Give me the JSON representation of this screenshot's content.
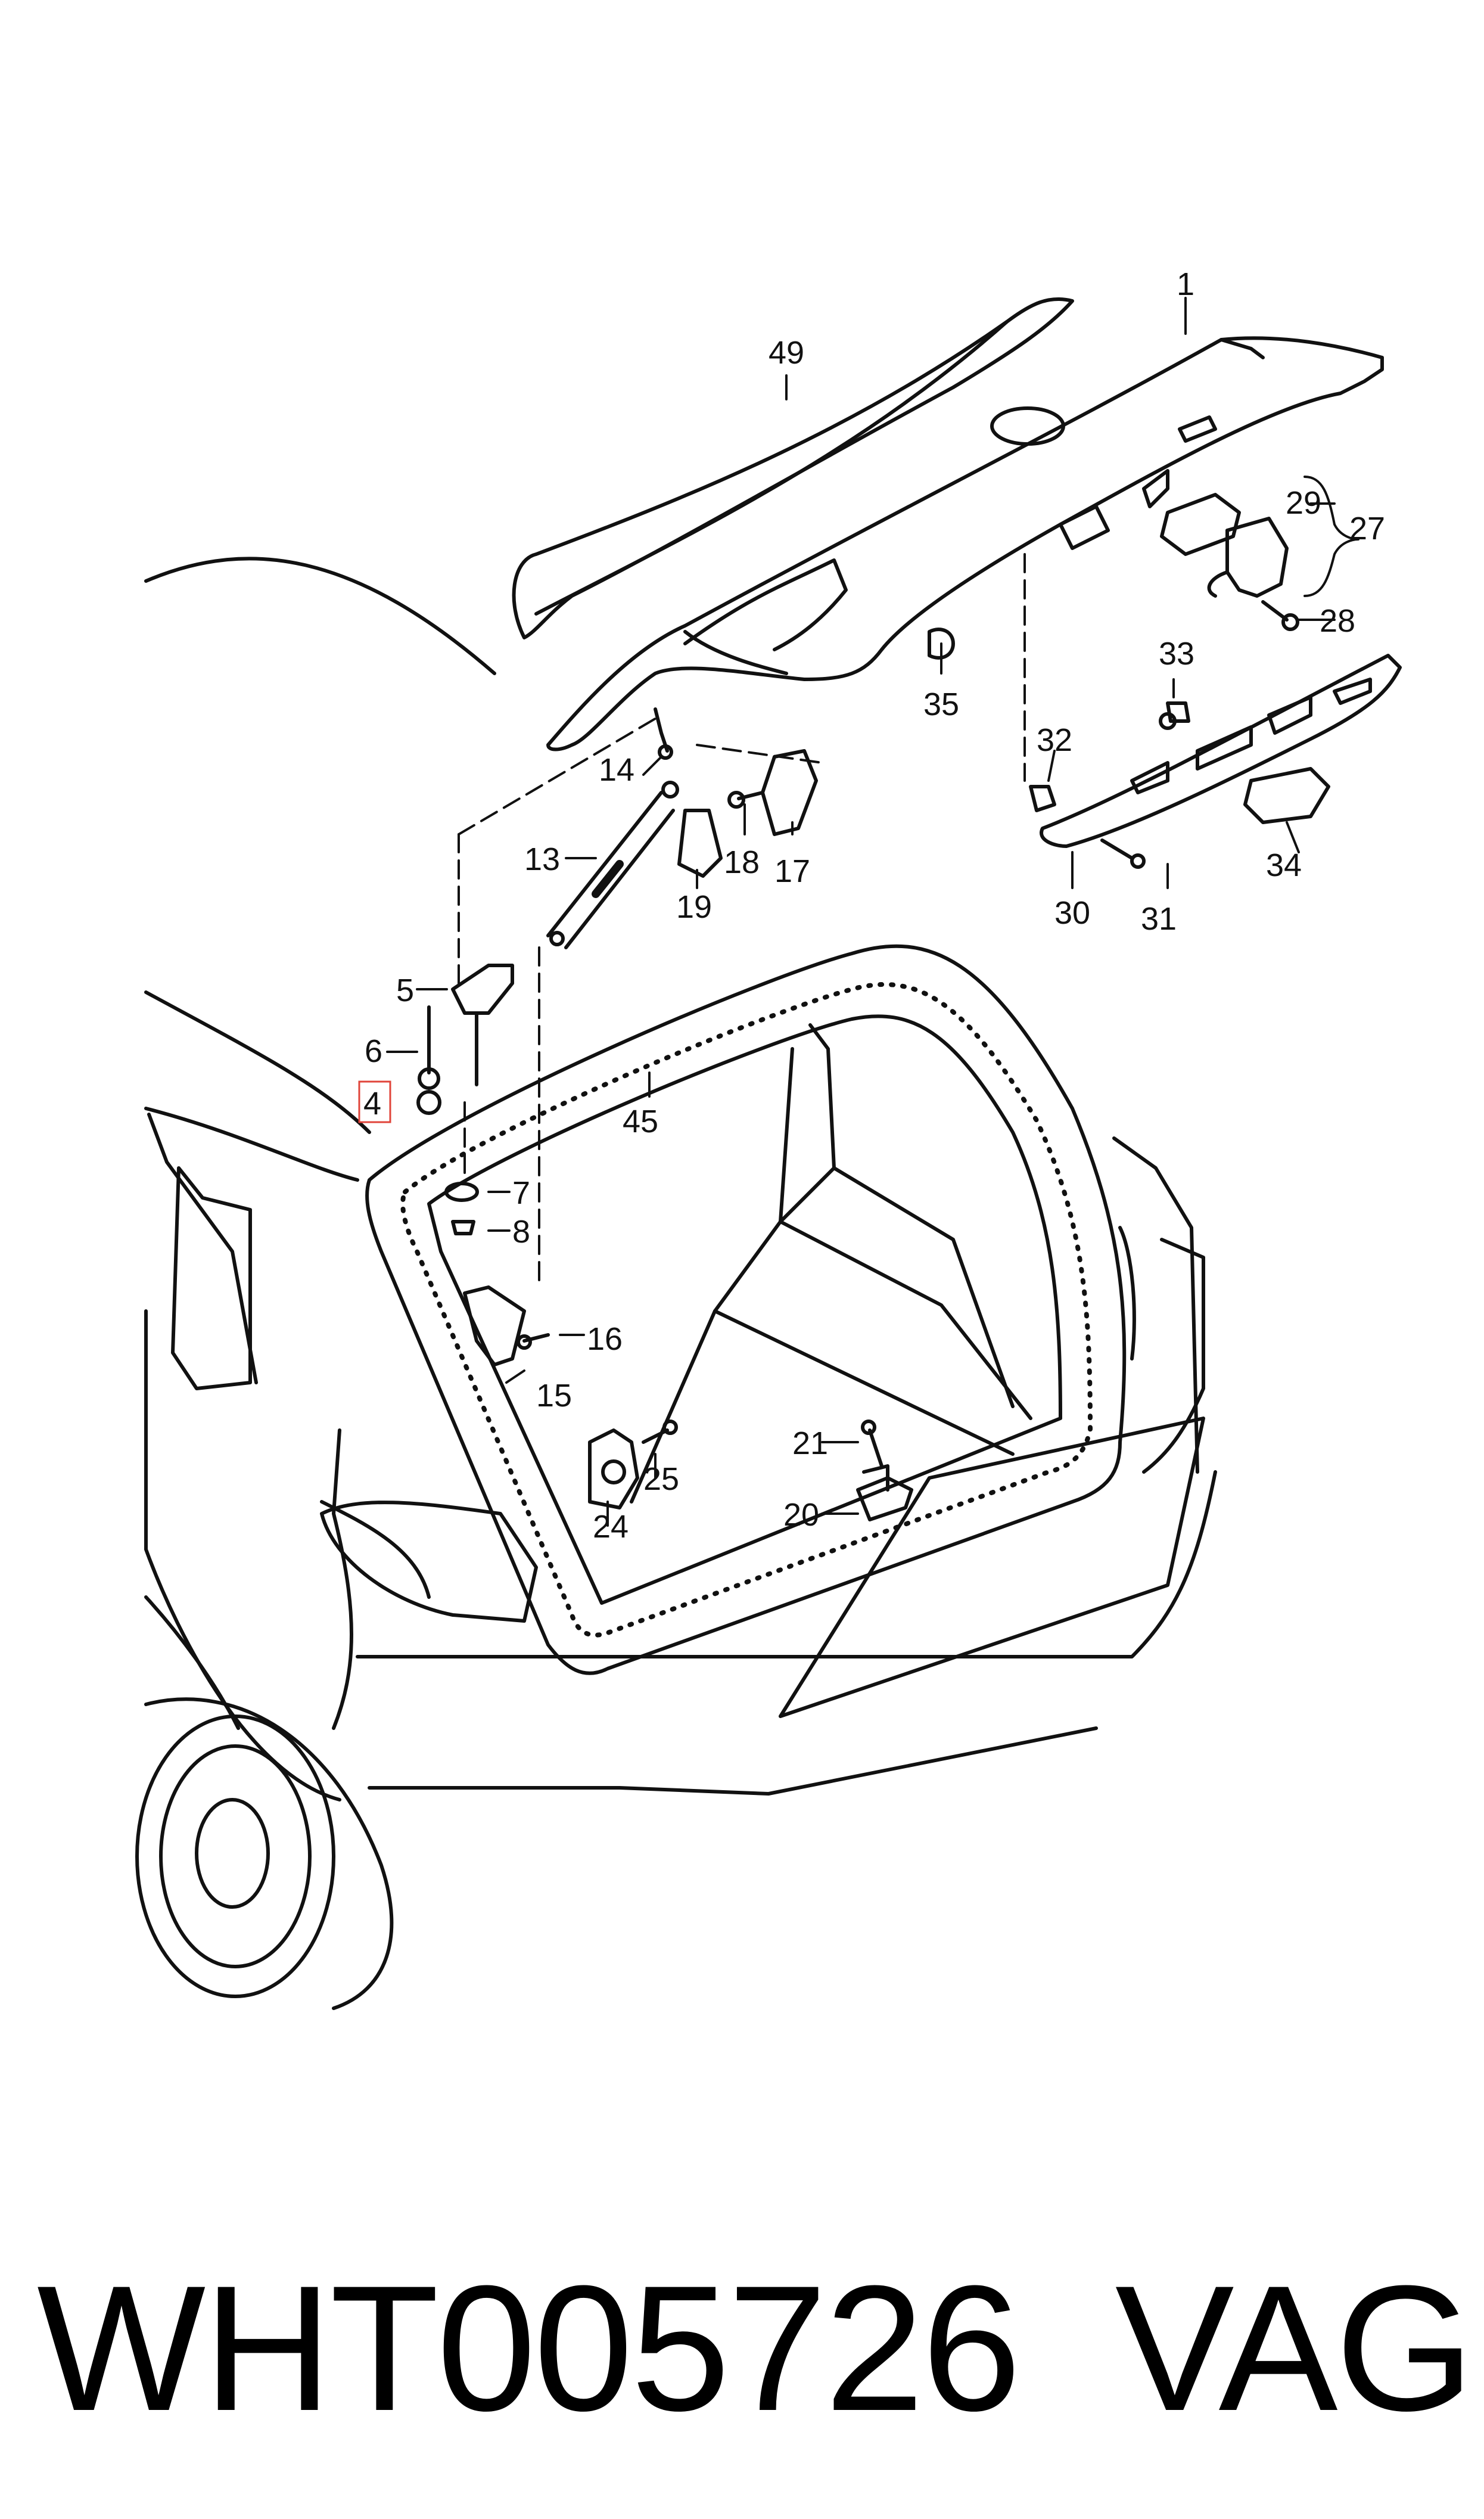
{
  "diagram": {
    "callouts": [
      {
        "id": "1",
        "text": "1"
      },
      {
        "id": "49",
        "text": "49"
      },
      {
        "id": "29",
        "text": "29"
      },
      {
        "id": "27",
        "text": "27"
      },
      {
        "id": "28",
        "text": "28"
      },
      {
        "id": "33",
        "text": "33"
      },
      {
        "id": "35",
        "text": "35"
      },
      {
        "id": "32",
        "text": "32"
      },
      {
        "id": "14",
        "text": "14"
      },
      {
        "id": "13",
        "text": "13"
      },
      {
        "id": "18",
        "text": "18"
      },
      {
        "id": "17",
        "text": "17"
      },
      {
        "id": "19",
        "text": "19"
      },
      {
        "id": "30",
        "text": "30"
      },
      {
        "id": "31",
        "text": "31"
      },
      {
        "id": "34",
        "text": "34"
      },
      {
        "id": "5",
        "text": "5"
      },
      {
        "id": "6",
        "text": "6"
      },
      {
        "id": "4",
        "text": "4",
        "highlighted": true
      },
      {
        "id": "45",
        "text": "45"
      },
      {
        "id": "7",
        "text": "7"
      },
      {
        "id": "8",
        "text": "8"
      },
      {
        "id": "16",
        "text": "16"
      },
      {
        "id": "15",
        "text": "15"
      },
      {
        "id": "21",
        "text": "21"
      },
      {
        "id": "25",
        "text": "25"
      },
      {
        "id": "24",
        "text": "24"
      },
      {
        "id": "20",
        "text": "20"
      }
    ],
    "highlight_color": "#e0443a",
    "line_color": "#111111"
  },
  "footer": {
    "part_code": "WHT005726",
    "brand": "VAG"
  }
}
